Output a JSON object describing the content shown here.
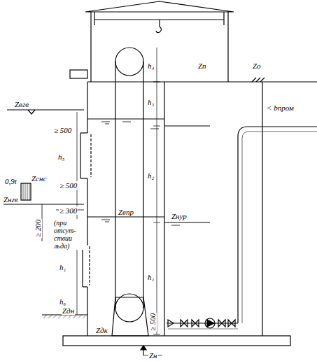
{
  "diagram": {
    "labels": [
      "Zп",
      "Zо",
      "< bпром",
      "Zвгв",
      "≥ 500",
      "h₅",
      "≥ 500",
      "Zснс",
      "0,9t",
      "Zнгв",
      "≥ 300",
      "≥ 200",
      "(при отсут- ствии льда)",
      "Zвпр",
      "Zнур",
      "h₁",
      "h₆",
      "Zдн",
      "Zдк",
      "≥ 500",
      "Zн",
      "h₄",
      "h₃",
      "h₂",
      "h₁"
    ]
  }
}
